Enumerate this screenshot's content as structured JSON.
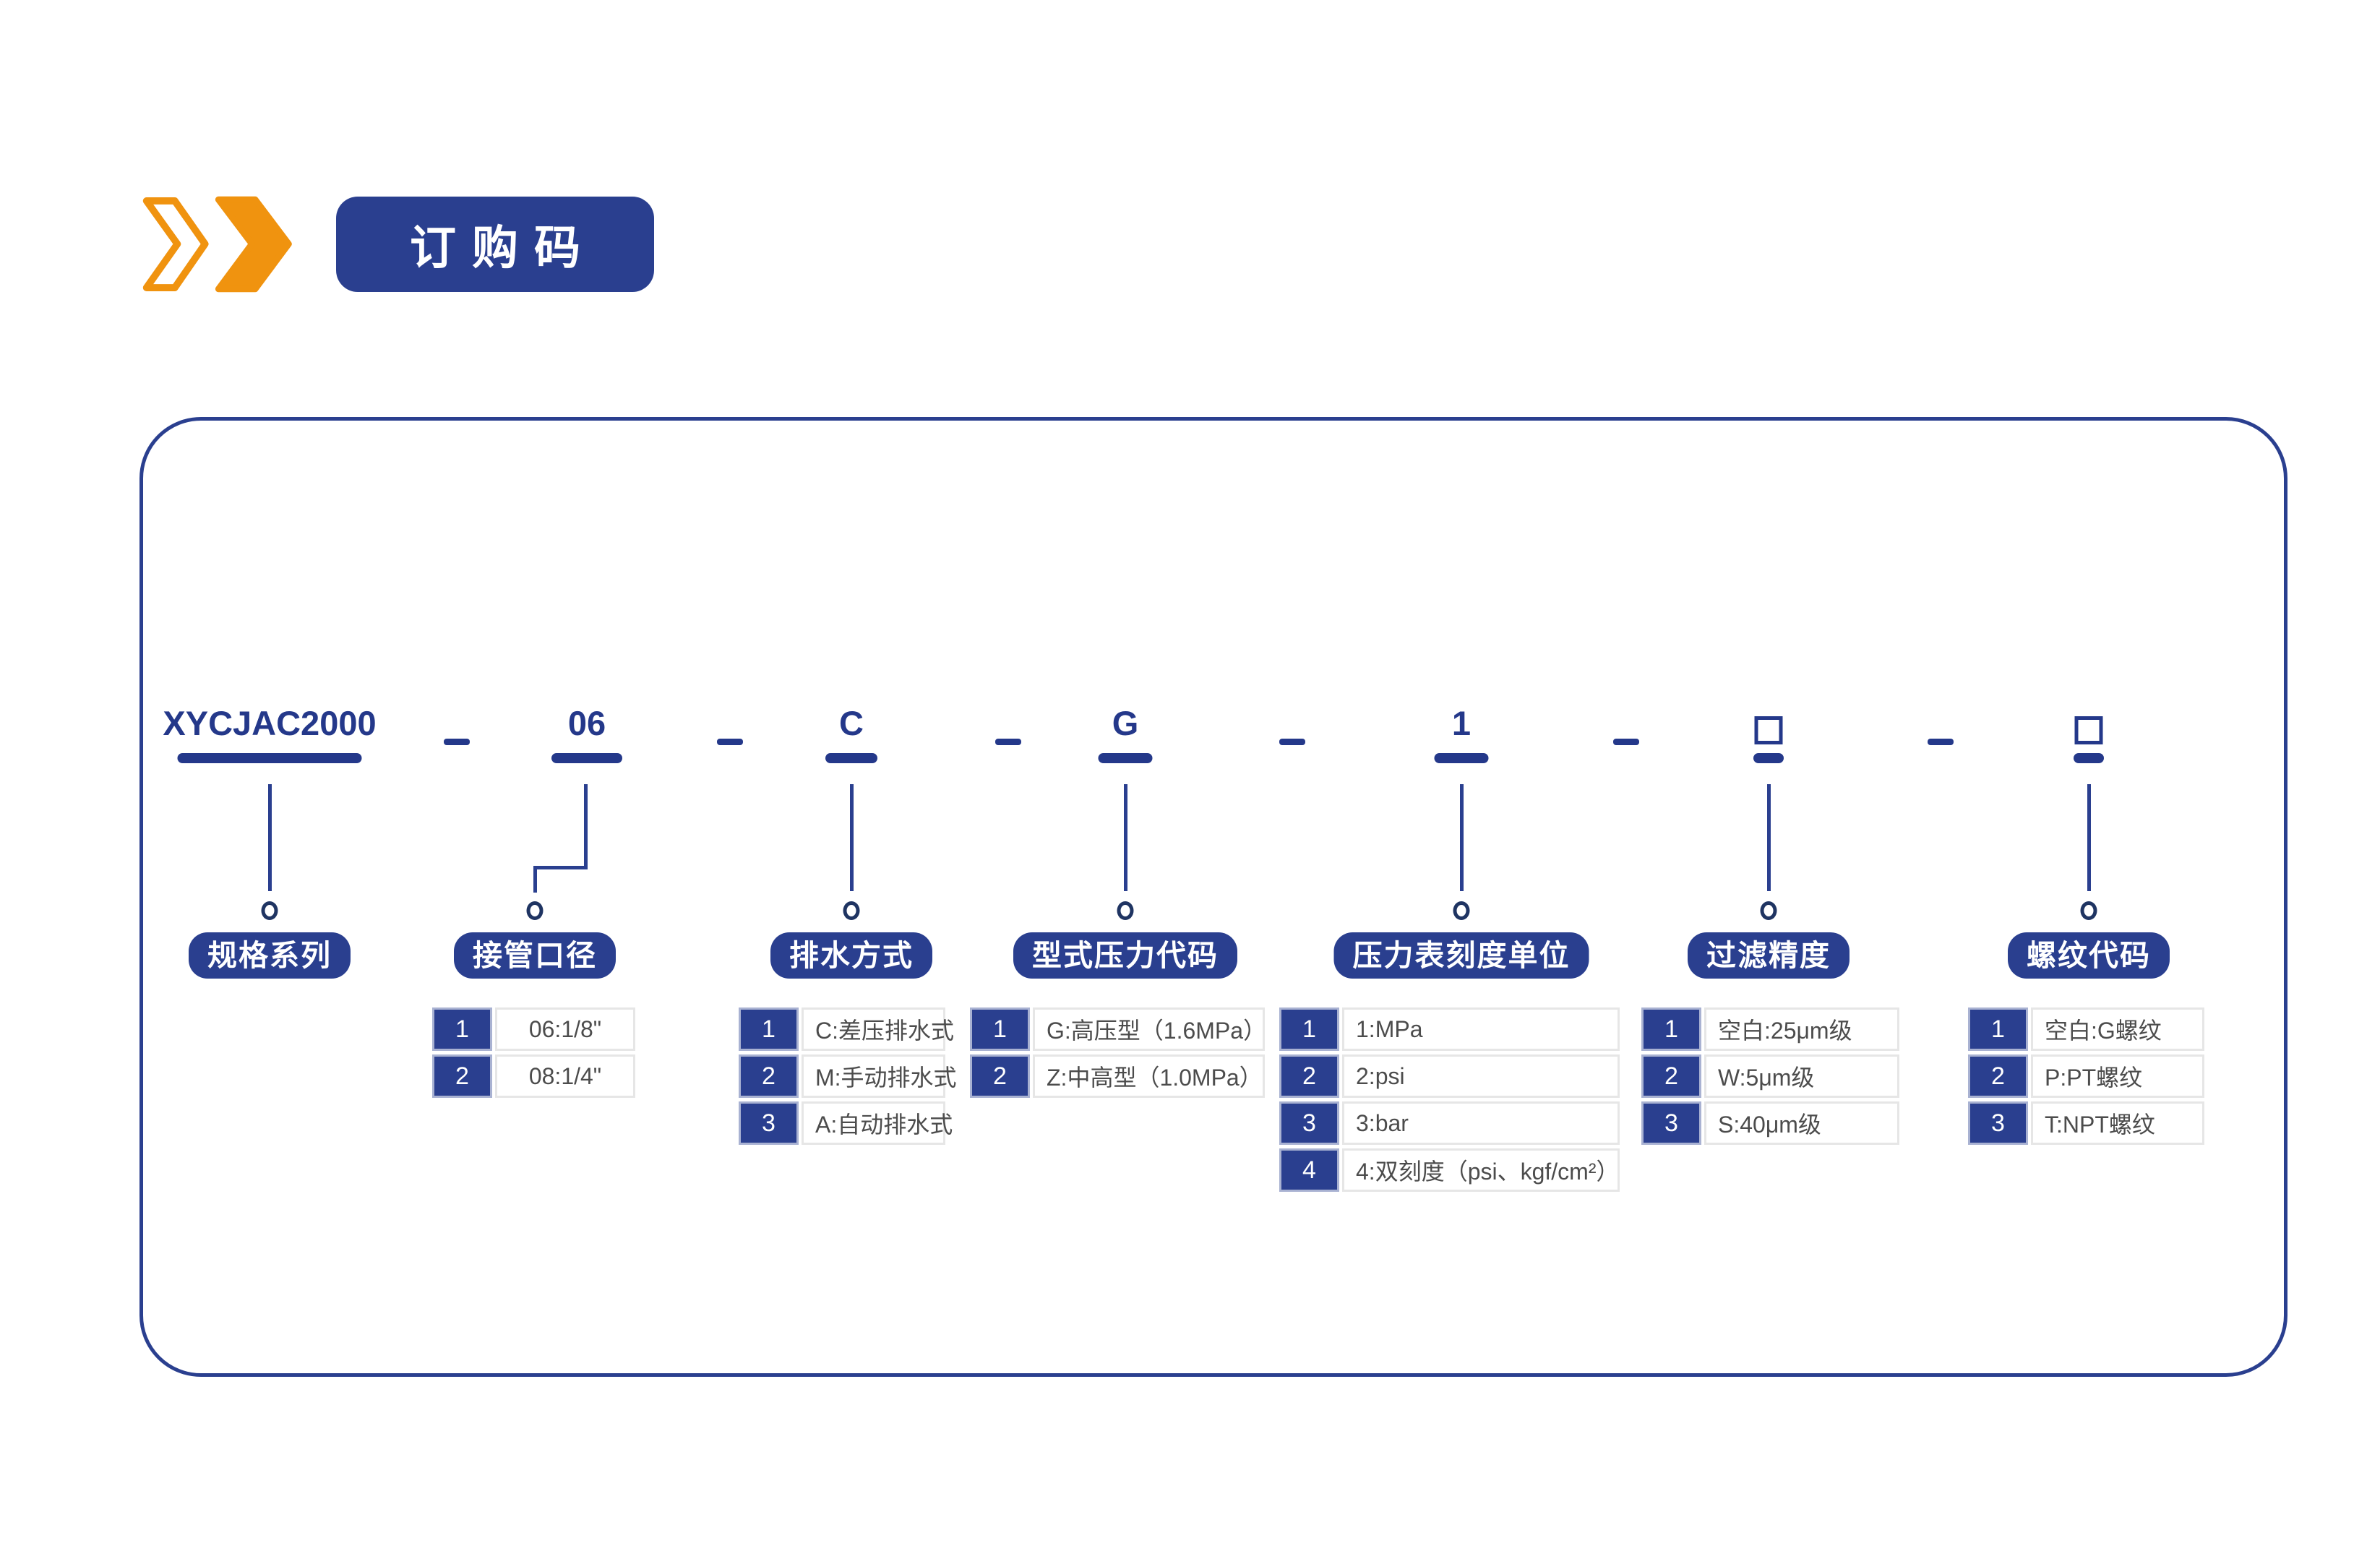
{
  "header": {
    "title": "订购码"
  },
  "colors": {
    "navy": "#2a3f8f",
    "navy_dark": "#1f3462",
    "code_text": "#24388a",
    "orange": "#f0930f",
    "value_text": "#4c4c4c",
    "num_cell_border": "#a9b2d2",
    "val_cell_border": "#e6e6e6"
  },
  "diagram": {
    "base_code": "XYCJAC2000",
    "separator": "-",
    "placeholder_symbol": "□",
    "columns": [
      {
        "code": "XYCJAC2000",
        "label": "规格系列",
        "rows": []
      },
      {
        "code": "06",
        "label": "接管口径",
        "rows": [
          {
            "num": "1",
            "value": "06:1/8\""
          },
          {
            "num": "2",
            "value": "08:1/4\""
          }
        ]
      },
      {
        "code": "C",
        "label": "排水方式",
        "rows": [
          {
            "num": "1",
            "value": "C:差压排水式"
          },
          {
            "num": "2",
            "value": "M:手动排水式"
          },
          {
            "num": "3",
            "value": "A:自动排水式"
          }
        ]
      },
      {
        "code": "G",
        "label": "型式压力代码",
        "rows": [
          {
            "num": "1",
            "value": "G:高压型（1.6MPa）"
          },
          {
            "num": "2",
            "value": "Z:中高型（1.0MPa）"
          }
        ]
      },
      {
        "code": "1",
        "label": "压力表刻度单位",
        "rows": [
          {
            "num": "1",
            "value": "1:MPa"
          },
          {
            "num": "2",
            "value": "2:psi"
          },
          {
            "num": "3",
            "value": "3:bar"
          },
          {
            "num": "4",
            "value": "4:双刻度（psi、kgf/cm²）"
          }
        ]
      },
      {
        "code": "□",
        "label": "过滤精度",
        "rows": [
          {
            "num": "1",
            "value": "空白:25μm级"
          },
          {
            "num": "2",
            "value": "W:5μm级"
          },
          {
            "num": "3",
            "value": "S:40μm级"
          }
        ]
      },
      {
        "code": "□",
        "label": "螺纹代码",
        "rows": [
          {
            "num": "1",
            "value": "空白:G螺纹"
          },
          {
            "num": "2",
            "value": "P:PT螺纹"
          },
          {
            "num": "3",
            "value": "T:NPT螺纹"
          }
        ]
      }
    ]
  }
}
